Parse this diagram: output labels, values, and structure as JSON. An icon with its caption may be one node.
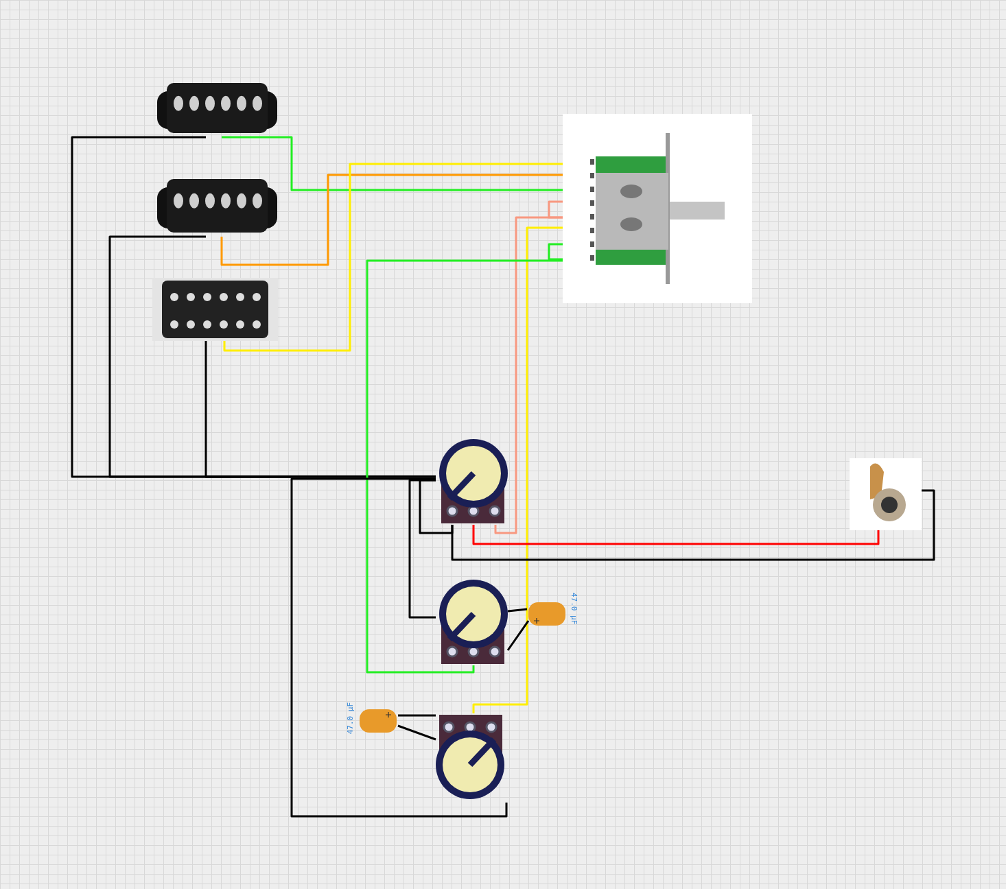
{
  "diagram": {
    "nodes": [
      {
        "text": [],
        "shape": "picture"
      },
      {
        "text": [],
        "shape": "picture"
      },
      {
        "text": [],
        "shape": "picture"
      },
      {
        "text": [],
        "shape": "picture"
      },
      {
        "text": [],
        "shape": "picture"
      },
      {
        "text": [],
        "shape": "picture"
      },
      {
        "text": [],
        "shape": "picture"
      },
      {
        "text": [],
        "shape": "picture"
      },
      {
        "text": [],
        "shape": "picture",
        "beside": [
          "47.0 µF"
        ]
      },
      {
        "text": [],
        "shape": "picture",
        "beside": [
          "47.0 µF"
        ]
      }
    ],
    "edges": [
      {
        "from": 0,
        "to": 4,
        "arrow": "none"
      },
      {
        "from": 0,
        "to": 3,
        "arrow": "none",
        "color": "#22ee22"
      },
      {
        "from": 1,
        "to": 4,
        "arrow": "none"
      },
      {
        "from": 1,
        "to": 3,
        "arrow": "none",
        "color": "#ff9900"
      },
      {
        "from": 2,
        "to": 4,
        "arrow": "none"
      },
      {
        "from": 2,
        "to": 3,
        "arrow": "none",
        "color": "#ffee00"
      },
      {
        "from": 3,
        "to": 4,
        "arrow": "none",
        "color": "#f89880"
      },
      {
        "from": 3,
        "to": 6,
        "arrow": "none",
        "color": "#ffee00"
      },
      {
        "from": 3,
        "to": 5,
        "arrow": "none",
        "color": "#22ee22"
      },
      {
        "from": 4,
        "to": 7,
        "arrow": "none",
        "color": "#ff0000"
      },
      {
        "from": 4,
        "to": 7,
        "arrow": "none"
      },
      {
        "from": 4,
        "to": 5,
        "arrow": "none"
      },
      {
        "from": 4,
        "to": 6,
        "arrow": "none"
      },
      {
        "from": 8,
        "to": 5,
        "arrow": "none"
      },
      {
        "from": 8,
        "to": 5,
        "arrow": "none"
      },
      {
        "from": 9,
        "to": 6,
        "arrow": "none"
      },
      {
        "from": 9,
        "to": 6,
        "arrow": "none"
      },
      {
        "from": 3,
        "to": 3,
        "arrow": "none",
        "color": "#f89880"
      },
      {
        "from": 3,
        "to": 3,
        "arrow": "none",
        "color": "#22ee22"
      },
      {
        "from": 4,
        "to": 4,
        "arrow": "none"
      }
    ]
  }
}
